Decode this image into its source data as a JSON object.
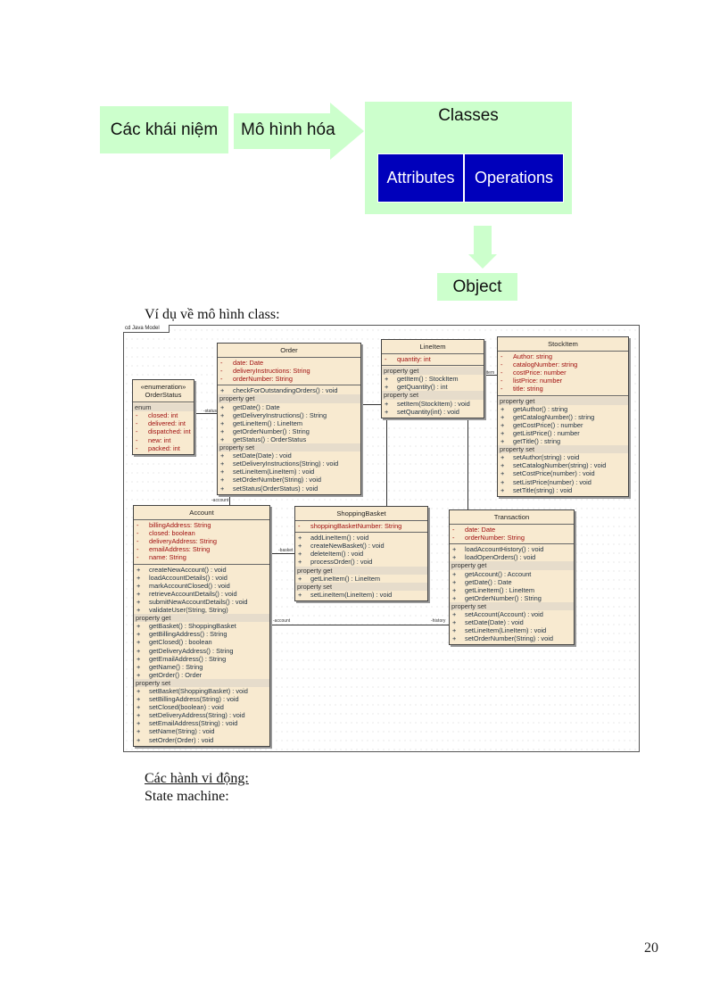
{
  "concept_diagram": {
    "concepts_label": "Các khái niệm",
    "arrow_label": "Mô hình hóa",
    "classes_title": "Classes",
    "attributes_label": "Attributes",
    "operations_label": "Operations",
    "object_label": "Object",
    "colors": {
      "green": "#ccffcc",
      "blue": "#0000bb"
    }
  },
  "caption": "Ví dụ về mô hình class:",
  "uml": {
    "frame_label": "cd Java Model",
    "connector_labels": {
      "status": "-status",
      "item": "-item",
      "account_top": "-account",
      "basket": "-basket",
      "account_bottom": "-account",
      "history": "-history"
    },
    "classes": {
      "order": {
        "name": "Order",
        "attributes": [
          {
            "vis": "-",
            "text": "date:  Date"
          },
          {
            "vis": "-",
            "text": "deliveryInstructions:  String"
          },
          {
            "vis": "-",
            "text": "orderNumber:  String"
          }
        ],
        "operations": [
          {
            "vis": "+",
            "text": "checkForOutstandingOrders() : void"
          }
        ],
        "get_label": "property get",
        "getters": [
          {
            "vis": "+",
            "text": "getDate() : Date"
          },
          {
            "vis": "+",
            "text": "getDeliveryInstructions() : String"
          },
          {
            "vis": "+",
            "text": "getLineItem() : LineItem"
          },
          {
            "vis": "+",
            "text": "getOrderNumber() : String"
          },
          {
            "vis": "+",
            "text": "getStatus() : OrderStatus"
          }
        ],
        "set_label": "property set",
        "setters": [
          {
            "vis": "+",
            "text": "setDate(Date) : void"
          },
          {
            "vis": "+",
            "text": "setDeliveryInstructions(String) : void"
          },
          {
            "vis": "+",
            "text": "setLineItem(LineItem) : void"
          },
          {
            "vis": "+",
            "text": "setOrderNumber(String) : void"
          },
          {
            "vis": "+",
            "text": "setStatus(OrderStatus) : void"
          }
        ]
      },
      "order_status": {
        "stereotype": "«enumeration»",
        "name": "OrderStatus",
        "group_label": "enum",
        "literals": [
          {
            "vis": "-",
            "text": "closed:  int"
          },
          {
            "vis": "-",
            "text": "delivered:  int"
          },
          {
            "vis": "-",
            "text": "dispatched:  int"
          },
          {
            "vis": "-",
            "text": "new:  int"
          },
          {
            "vis": "-",
            "text": "packed:  int"
          }
        ]
      },
      "line_item": {
        "name": "LineItem",
        "attributes": [
          {
            "vis": "-",
            "text": "quantity:  int"
          }
        ],
        "get_label": "property get",
        "getters": [
          {
            "vis": "+",
            "text": "getItem() : StockItem"
          },
          {
            "vis": "+",
            "text": "getQuantity() : int"
          }
        ],
        "set_label": "property set",
        "setters": [
          {
            "vis": "+",
            "text": "setItem(StockItem) : void"
          },
          {
            "vis": "+",
            "text": "setQuantity(int) : void"
          }
        ]
      },
      "stock_item": {
        "name": "StockItem",
        "attributes": [
          {
            "vis": "-",
            "text": "Author:  string"
          },
          {
            "vis": "-",
            "text": "catalogNumber:  string"
          },
          {
            "vis": "-",
            "text": "costPrice:  number"
          },
          {
            "vis": "-",
            "text": "listPrice:  number"
          },
          {
            "vis": "-",
            "text": "title:  string"
          }
        ],
        "get_label": "property get",
        "getters": [
          {
            "vis": "+",
            "text": "getAuthor() : string"
          },
          {
            "vis": "+",
            "text": "getCatalogNumber() : string"
          },
          {
            "vis": "+",
            "text": "getCostPrice() : number"
          },
          {
            "vis": "+",
            "text": "getListPrice() : number"
          },
          {
            "vis": "+",
            "text": "getTitle() : string"
          }
        ],
        "set_label": "property set",
        "setters": [
          {
            "vis": "+",
            "text": "setAuthor(string) : void"
          },
          {
            "vis": "+",
            "text": "setCatalogNumber(string) : void"
          },
          {
            "vis": "+",
            "text": "setCostPrice(number) : void"
          },
          {
            "vis": "+",
            "text": "setListPrice(number) : void"
          },
          {
            "vis": "+",
            "text": "setTitle(string) : void"
          }
        ]
      },
      "account": {
        "name": "Account",
        "attributes": [
          {
            "vis": "-",
            "text": "billingAddress:  String"
          },
          {
            "vis": "-",
            "text": "closed:  boolean"
          },
          {
            "vis": "-",
            "text": "deliveryAddress:  String"
          },
          {
            "vis": "-",
            "text": "emailAddress:  String"
          },
          {
            "vis": "-",
            "text": "name:  String"
          }
        ],
        "operations": [
          {
            "vis": "+",
            "text": "createNewAccount() : void"
          },
          {
            "vis": "+",
            "text": "loadAccountDetails() : void"
          },
          {
            "vis": "+",
            "text": "markAccountClosed() : void"
          },
          {
            "vis": "+",
            "text": "retrieveAccountDetails() : void"
          },
          {
            "vis": "+",
            "text": "submitNewAccountDetails() : void"
          },
          {
            "vis": "+",
            "text": "validateUser(String, String)"
          }
        ],
        "get_label": "property get",
        "getters": [
          {
            "vis": "+",
            "text": "getBasket() : ShoppingBasket"
          },
          {
            "vis": "+",
            "text": "getBillingAddress() : String"
          },
          {
            "vis": "+",
            "text": "getClosed() : boolean"
          },
          {
            "vis": "+",
            "text": "getDeliveryAddress() : String"
          },
          {
            "vis": "+",
            "text": "getEmailAddress() : String"
          },
          {
            "vis": "+",
            "text": "getName() : String"
          },
          {
            "vis": "+",
            "text": "getOrder() : Order"
          }
        ],
        "set_label": "property set",
        "setters": [
          {
            "vis": "+",
            "text": "setBasket(ShoppingBasket) : void"
          },
          {
            "vis": "+",
            "text": "setBillingAddress(String) : void"
          },
          {
            "vis": "+",
            "text": "setClosed(boolean) : void"
          },
          {
            "vis": "+",
            "text": "setDeliveryAddress(String) : void"
          },
          {
            "vis": "+",
            "text": "setEmailAddress(String) : void"
          },
          {
            "vis": "+",
            "text": "setName(String) : void"
          },
          {
            "vis": "+",
            "text": "setOrder(Order) : void"
          }
        ]
      },
      "shopping_basket": {
        "name": "ShoppingBasket",
        "attributes": [
          {
            "vis": "-",
            "text": "shoppingBasketNumber:  String"
          }
        ],
        "operations": [
          {
            "vis": "+",
            "text": "addLineItem() : void"
          },
          {
            "vis": "+",
            "text": "createNewBasket() : void"
          },
          {
            "vis": "+",
            "text": "deleteItem() : void"
          },
          {
            "vis": "+",
            "text": "processOrder() : void"
          }
        ],
        "get_label": "property get",
        "getters": [
          {
            "vis": "+",
            "text": "getLineItem() : LineItem"
          }
        ],
        "set_label": "property set",
        "setters": [
          {
            "vis": "+",
            "text": "setLineItem(LineItem) : void"
          }
        ]
      },
      "transaction": {
        "name": "Transaction",
        "attributes": [
          {
            "vis": "-",
            "text": "date:  Date"
          },
          {
            "vis": "-",
            "text": "orderNumber:  String"
          }
        ],
        "operations": [
          {
            "vis": "+",
            "text": "loadAccountHistory() : void"
          },
          {
            "vis": "+",
            "text": "loadOpenOrders() : void"
          }
        ],
        "get_label": "property get",
        "getters": [
          {
            "vis": "+",
            "text": "getAccount() : Account"
          },
          {
            "vis": "+",
            "text": "getDate() : Date"
          },
          {
            "vis": "+",
            "text": "getLineItem() : LineItem"
          },
          {
            "vis": "+",
            "text": "getOrderNumber() : String"
          }
        ],
        "set_label": "property set",
        "setters": [
          {
            "vis": "+",
            "text": "setAccount(Account) : void"
          },
          {
            "vis": "+",
            "text": "setDate(Date) : void"
          },
          {
            "vis": "+",
            "text": "setLineItem(LineItem) : void"
          },
          {
            "vis": "+",
            "text": "setOrderNumber(String) : void"
          }
        ]
      }
    }
  },
  "section": {
    "heading": "Các hành vi động:",
    "subheading": "State machine:"
  },
  "page_number": "20"
}
